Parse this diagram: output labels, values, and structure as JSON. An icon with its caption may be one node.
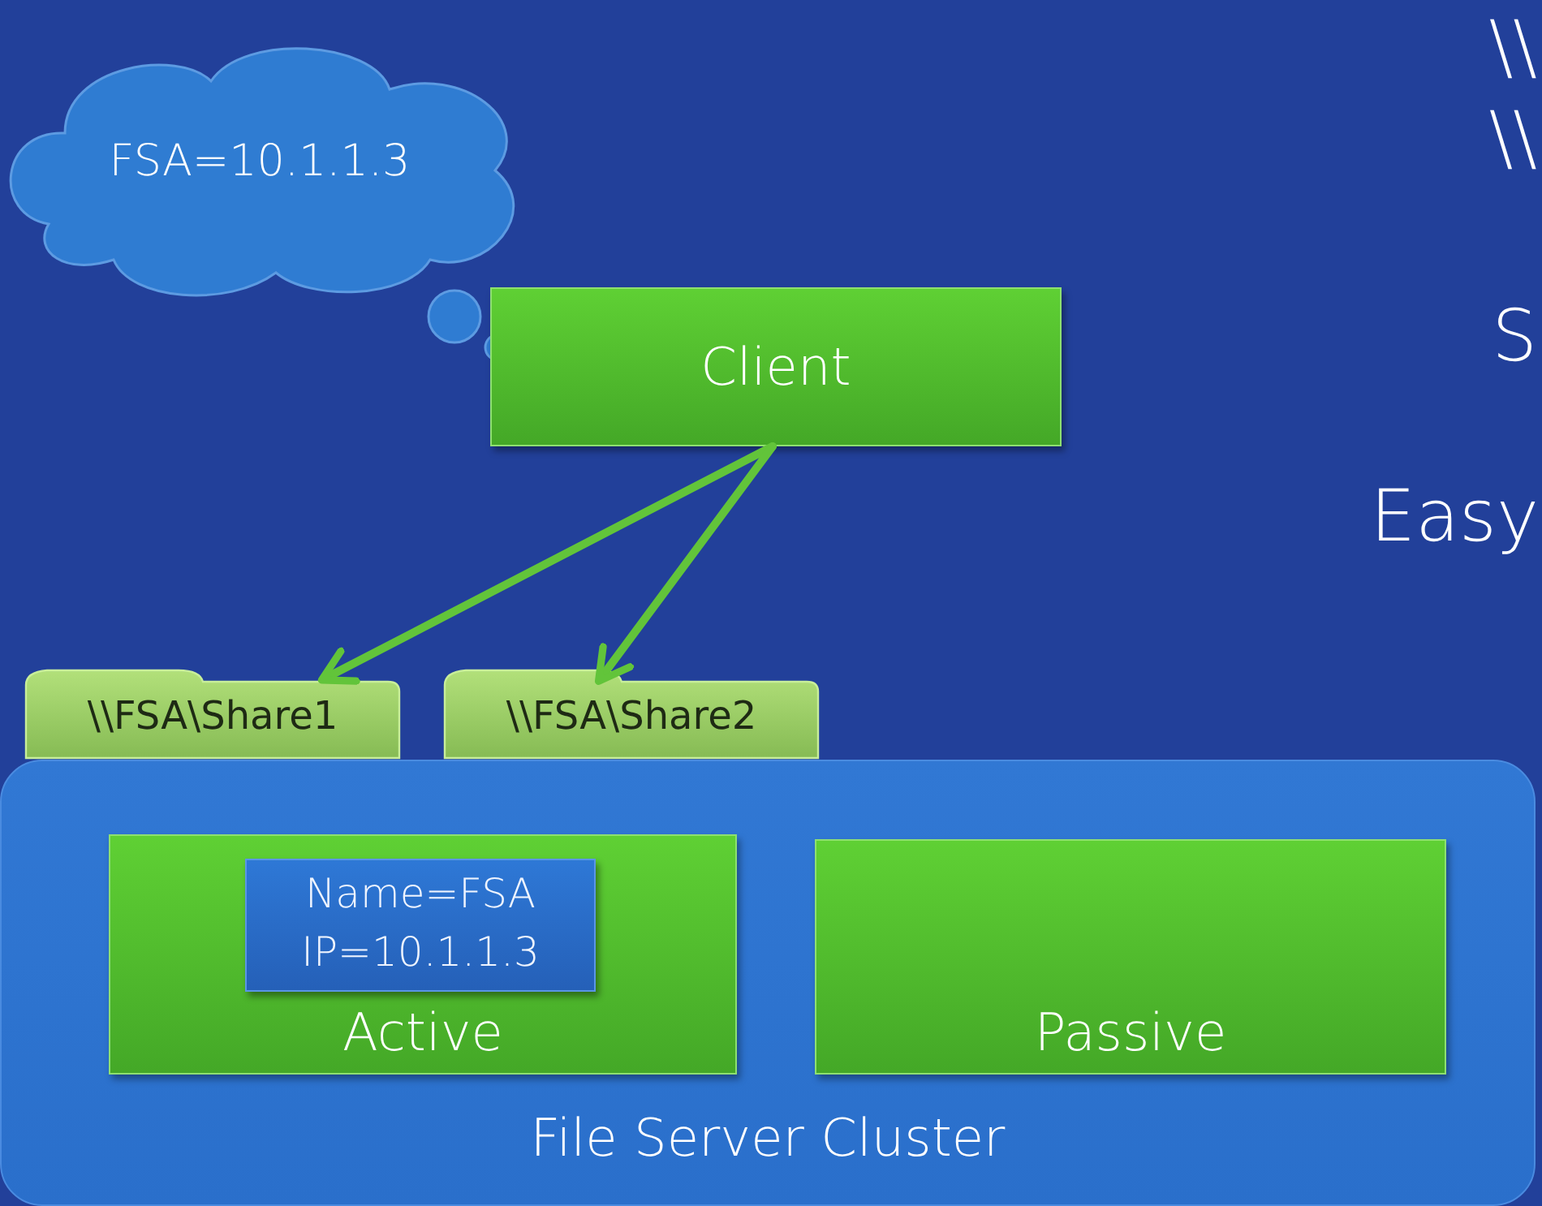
{
  "diagram": {
    "nodes": [
      {
        "text": [
          "FSA=10.1.1.3"
        ]
      },
      {
        "text": [
          "Client"
        ]
      },
      {
        "text": [
          "\\\\FSA\\Share1"
        ]
      },
      {
        "text": [
          "\\\\FSA\\Share2"
        ]
      },
      {
        "text": [
          "File Server Cluster"
        ]
      },
      {
        "text": [
          "Active"
        ],
        "in": 4
      },
      {
        "text": [
          "Name=FSA",
          "IP=10.1.1.3"
        ],
        "in": 5
      },
      {
        "text": [
          "Passive"
        ],
        "in": 4
      }
    ],
    "edges": [
      {
        "from": 1,
        "to": 2,
        "arrow": "to"
      },
      {
        "from": 1,
        "to": 3,
        "arrow": "to"
      }
    ],
    "labels": [
      "\\\\",
      "\\\\",
      "S",
      "Easy"
    ]
  }
}
